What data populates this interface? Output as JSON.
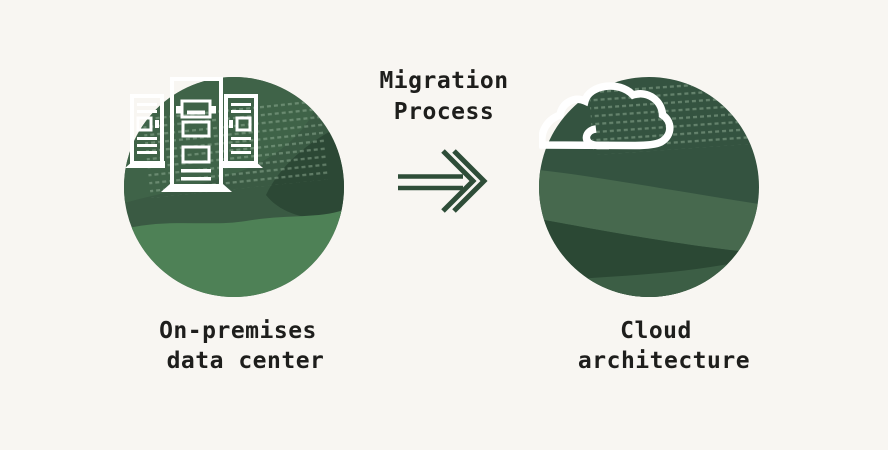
{
  "title": {
    "line1": "Migration",
    "line2": "Process"
  },
  "nodes": {
    "left": {
      "label_line1": "On-premises",
      "label_line2": "data center",
      "icon": "server-racks-icon"
    },
    "right": {
      "label_line1": "Cloud",
      "label_line2": "architecture",
      "icon": "cloud-icon"
    }
  },
  "arrow": {
    "icon": "double-right-arrow-icon"
  },
  "colors": {
    "background": "#f8f6f2",
    "text": "#1e1e1c",
    "arrow_green": "#2e4d38",
    "icon_stroke": "#ffffff",
    "green_base": "#3a5a43",
    "green_cap": "#3f6348",
    "green_darkest": "#2c4835",
    "green_light": "#4e8156",
    "green_base_right": "#345340",
    "green_band": "#47694e",
    "green_dark_band": "#2b4834",
    "green_bottom_cap": "#3c5e45",
    "texture_dots": "#93b097"
  }
}
